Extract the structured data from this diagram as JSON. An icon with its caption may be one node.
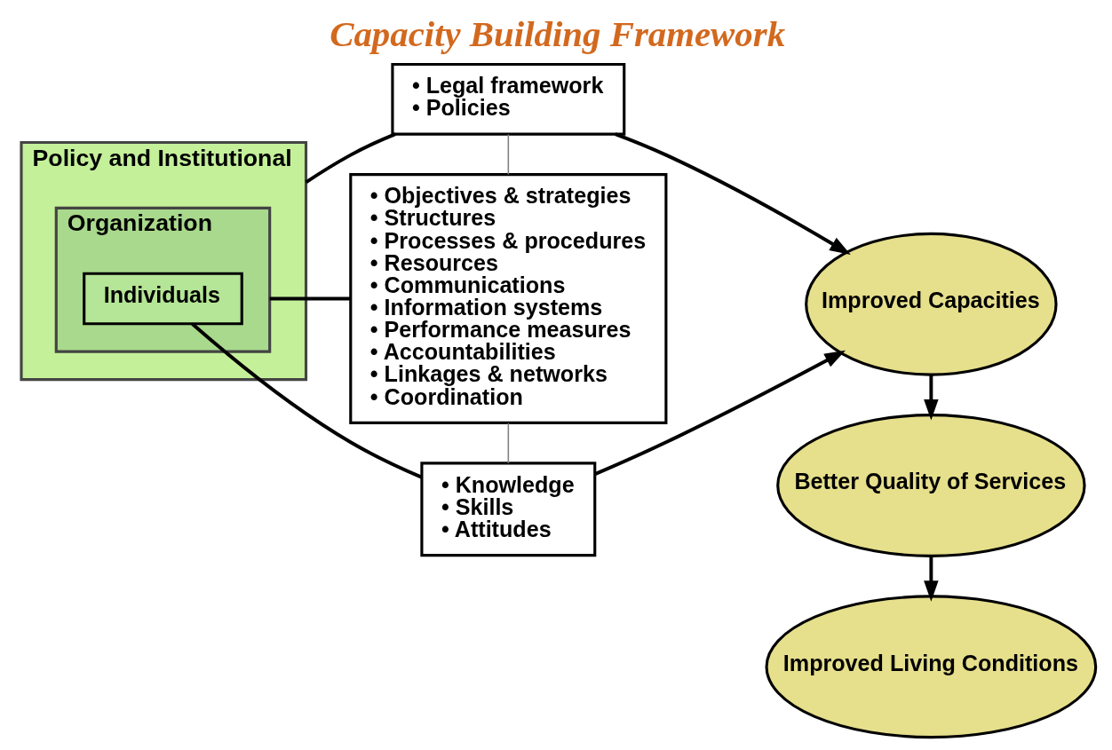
{
  "diagram": {
    "title": "Capacity Building Framework",
    "nodes": [
      {
        "text": [
          "Policy and Institutional"
        ]
      },
      {
        "text": [
          "Organization"
        ],
        "in": 0
      },
      {
        "text": [
          "Individuals"
        ],
        "in": 1
      },
      {
        "text": [
          "• Legal framework",
          "• Policies"
        ]
      },
      {
        "text": [
          "• Objectives & strategies",
          "• Structures",
          "• Processes & procedures",
          "• Resources",
          "• Communications",
          "• Information systems",
          "• Performance measures",
          "• Accountabilities",
          "• Linkages & networks",
          "• Coordination"
        ]
      },
      {
        "text": [
          "• Knowledge",
          "• Skills",
          "• Attitudes"
        ]
      },
      {
        "text": [
          "Improved Capacities"
        ]
      },
      {
        "text": [
          "Better Quality of Services"
        ]
      },
      {
        "text": [
          "Improved Living Conditions"
        ]
      }
    ],
    "edges": [
      {
        "from": 0,
        "to": 3,
        "arrow": "none"
      },
      {
        "from": 1,
        "to": 4,
        "arrow": "none"
      },
      {
        "from": 2,
        "to": 5,
        "arrow": "none"
      },
      {
        "from": 3,
        "to": 4,
        "arrow": "none",
        "color": "#808080"
      },
      {
        "from": 4,
        "to": 5,
        "arrow": "none",
        "color": "#808080"
      },
      {
        "from": 3,
        "to": 6,
        "arrow": "to"
      },
      {
        "from": 5,
        "to": 6,
        "arrow": "to"
      },
      {
        "from": 6,
        "to": 7,
        "arrow": "to"
      },
      {
        "from": 7,
        "to": 8,
        "arrow": "to"
      }
    ]
  }
}
